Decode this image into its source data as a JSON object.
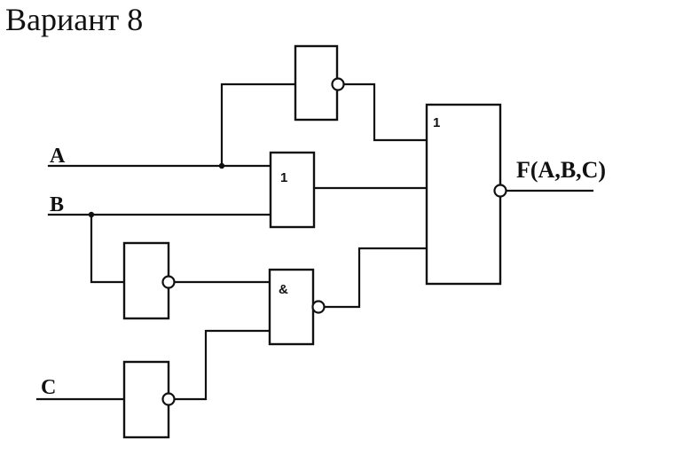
{
  "title": "Вариант 8",
  "inputs": {
    "a": "A",
    "b": "B",
    "c": "C"
  },
  "output": "F(A,B,C)",
  "gates": {
    "or_small": "1",
    "and": "&",
    "or_big": "1"
  }
}
